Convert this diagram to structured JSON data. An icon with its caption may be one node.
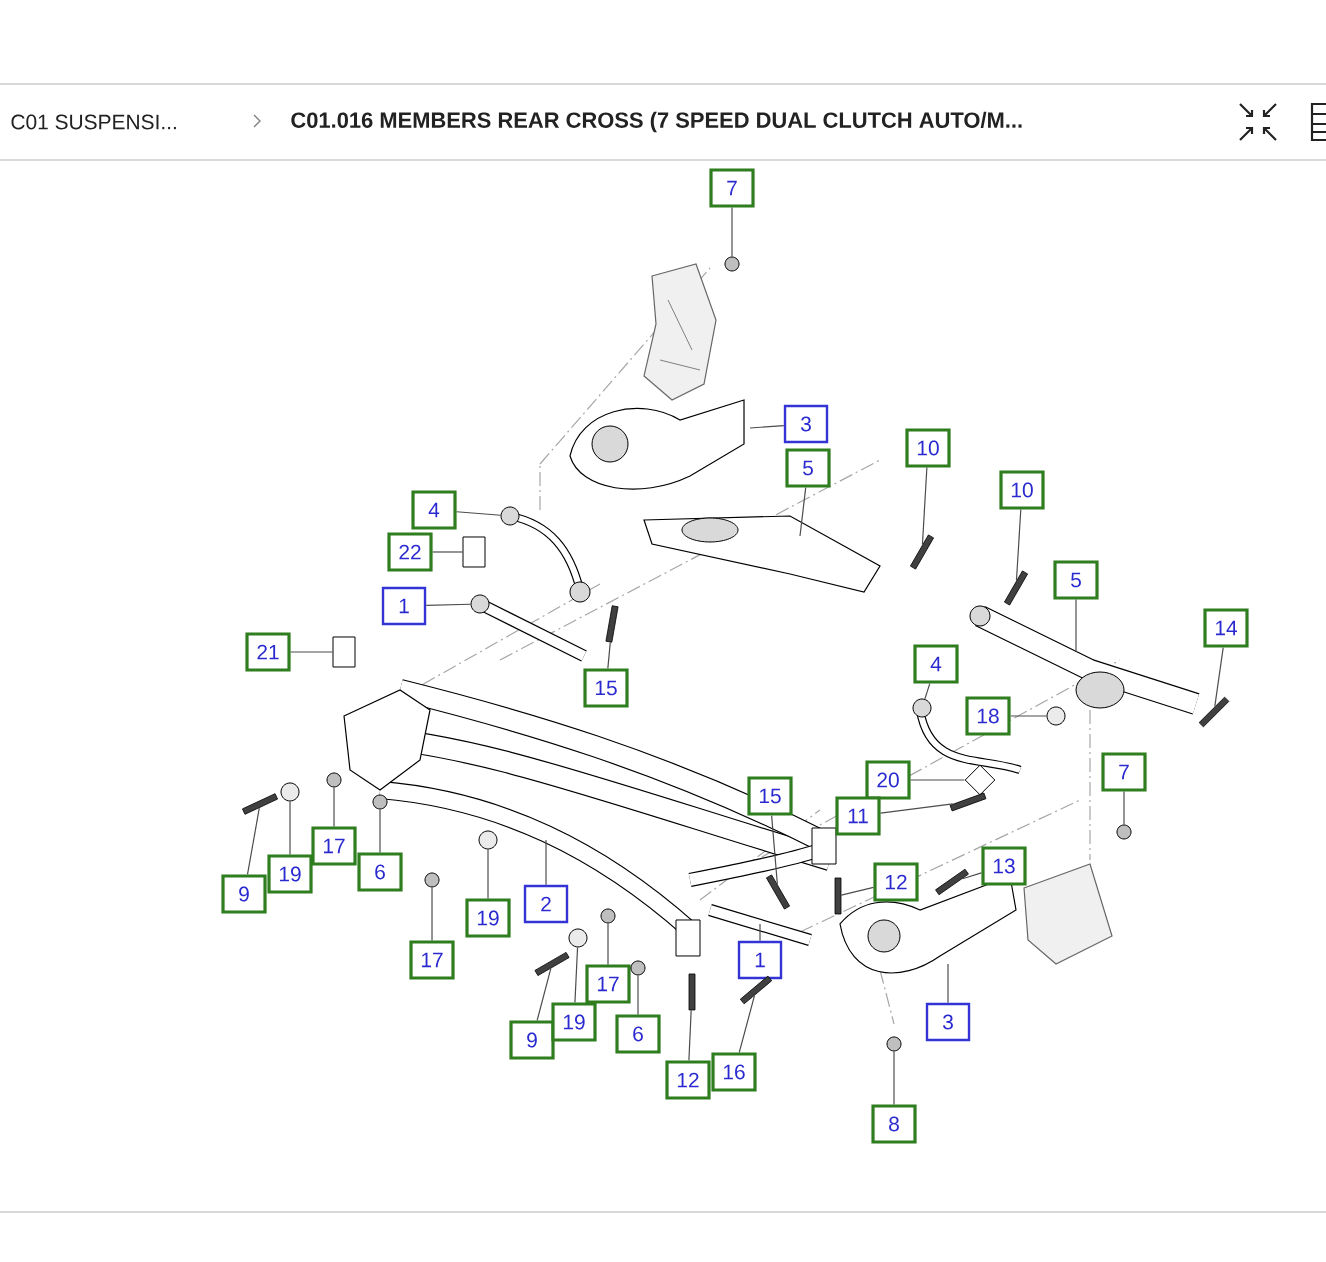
{
  "diagram": {
    "title": "C01.016 MEMBERS REAR CROSS (7 SPEED DUAL CLUTCH AUTO/M...",
    "nodes": [
      {
        "text": [
          "7"
        ]
      },
      {
        "text": [
          "3"
        ]
      },
      {
        "text": [
          "10"
        ]
      },
      {
        "text": [
          "4"
        ]
      },
      {
        "text": [
          "5"
        ]
      },
      {
        "text": [
          "10"
        ]
      },
      {
        "text": [
          "5"
        ]
      },
      {
        "text": [
          "22"
        ]
      },
      {
        "text": [
          "1"
        ]
      },
      {
        "text": [
          "14"
        ]
      },
      {
        "text": [
          "21"
        ]
      },
      {
        "text": [
          "15"
        ]
      },
      {
        "text": [
          "4"
        ]
      },
      {
        "text": [
          "18"
        ]
      },
      {
        "text": [
          "20"
        ]
      },
      {
        "text": [
          "7"
        ]
      },
      {
        "text": [
          "11"
        ]
      },
      {
        "text": [
          "15"
        ]
      },
      {
        "text": [
          "12"
        ]
      },
      {
        "text": [
          "13"
        ]
      },
      {
        "text": [
          "17"
        ]
      },
      {
        "text": [
          "6"
        ]
      },
      {
        "text": [
          "9"
        ]
      },
      {
        "text": [
          "19"
        ]
      },
      {
        "text": [
          "2"
        ]
      },
      {
        "text": [
          "19"
        ]
      },
      {
        "text": [
          "17"
        ]
      },
      {
        "text": [
          "1"
        ]
      },
      {
        "text": [
          "3"
        ]
      },
      {
        "text": [
          "17"
        ]
      },
      {
        "text": [
          "9"
        ]
      },
      {
        "text": [
          "19"
        ]
      },
      {
        "text": [
          "6"
        ]
      },
      {
        "text": [
          "12"
        ]
      },
      {
        "text": [
          "16"
        ]
      },
      {
        "text": [
          "8"
        ]
      },
      {
        "text": [],
        "shape": "nut"
      },
      {
        "text": [],
        "shape": "bolt"
      },
      {
        "text": [],
        "shape": "bolt"
      },
      {
        "text": [],
        "shape": "bushing"
      },
      {
        "text": [],
        "shape": "bolt"
      },
      {
        "text": [],
        "shape": "bushing"
      },
      {
        "text": [],
        "shape": "bolt"
      },
      {
        "text": [],
        "shape": "washer"
      },
      {
        "text": [],
        "shape": "plate"
      },
      {
        "text": [],
        "shape": "nut"
      },
      {
        "text": [],
        "shape": "bolt"
      },
      {
        "text": [],
        "shape": "bolt"
      },
      {
        "text": [],
        "shape": "bolt"
      },
      {
        "text": [],
        "shape": "bolt"
      },
      {
        "text": [],
        "shape": "nut"
      },
      {
        "text": [],
        "shape": "nut"
      },
      {
        "text": [],
        "shape": "bolt"
      },
      {
        "text": [],
        "shape": "washer"
      },
      {
        "text": [],
        "shape": "washer"
      },
      {
        "text": [],
        "shape": "nut"
      },
      {
        "text": [],
        "shape": "nut"
      },
      {
        "text": [],
        "shape": "bolt"
      },
      {
        "text": [],
        "shape": "washer"
      },
      {
        "text": [],
        "shape": "nut"
      },
      {
        "text": [],
        "shape": "bolt"
      },
      {
        "text": [],
        "shape": "bolt"
      },
      {
        "text": [],
        "shape": "nut"
      },
      {
        "text": [],
        "shape": "circle"
      },
      {
        "text": [],
        "shape": "circle"
      },
      {
        "text": [],
        "shape": "circle"
      }
    ],
    "edges": [
      {
        "from": 0,
        "to": 36,
        "arrow": "none"
      },
      {
        "from": 1,
        "to": null,
        "arrow": "none"
      },
      {
        "from": 2,
        "to": 37,
        "arrow": "none"
      },
      {
        "from": 3,
        "to": 63,
        "arrow": "none"
      },
      {
        "from": 4,
        "to": null,
        "arrow": "none"
      },
      {
        "from": 5,
        "to": 38,
        "arrow": "none"
      },
      {
        "from": 6,
        "to": null,
        "arrow": "none"
      },
      {
        "from": 7,
        "to": 39,
        "arrow": "none"
      },
      {
        "from": 8,
        "to": 64,
        "arrow": "none"
      },
      {
        "from": 9,
        "to": 40,
        "arrow": "none"
      },
      {
        "from": 10,
        "to": 41,
        "arrow": "none"
      },
      {
        "from": 11,
        "to": 42,
        "arrow": "none"
      },
      {
        "from": 12,
        "to": 65,
        "arrow": "none"
      },
      {
        "from": 13,
        "to": 43,
        "arrow": "none"
      },
      {
        "from": 14,
        "to": 44,
        "arrow": "none"
      },
      {
        "from": 15,
        "to": 45,
        "arrow": "none"
      },
      {
        "from": 16,
        "to": 46,
        "arrow": "none"
      },
      {
        "from": 17,
        "to": 47,
        "arrow": "none"
      },
      {
        "from": 18,
        "to": 48,
        "arrow": "none"
      },
      {
        "from": 19,
        "to": 49,
        "arrow": "none"
      },
      {
        "from": 20,
        "to": 50,
        "arrow": "none"
      },
      {
        "from": 21,
        "to": 51,
        "arrow": "none"
      },
      {
        "from": 22,
        "to": 52,
        "arrow": "none"
      },
      {
        "from": 23,
        "to": 53,
        "arrow": "none"
      },
      {
        "from": 24,
        "to": null,
        "arrow": "none"
      },
      {
        "from": 25,
        "to": 54,
        "arrow": "none"
      },
      {
        "from": 26,
        "to": 55,
        "arrow": "none"
      },
      {
        "from": 27,
        "to": null,
        "arrow": "none"
      },
      {
        "from": 28,
        "to": null,
        "arrow": "none"
      },
      {
        "from": 29,
        "to": 56,
        "arrow": "none"
      },
      {
        "from": 30,
        "to": 57,
        "arrow": "none"
      },
      {
        "from": 31,
        "to": 58,
        "arrow": "none"
      },
      {
        "from": 32,
        "to": 59,
        "arrow": "none"
      },
      {
        "from": 33,
        "to": 60,
        "arrow": "none"
      },
      {
        "from": 34,
        "to": 61,
        "arrow": "none"
      },
      {
        "from": 35,
        "to": 62,
        "arrow": "none"
      }
    ],
    "labels": [
      "C01 SUSPENSI..."
    ]
  }
}
